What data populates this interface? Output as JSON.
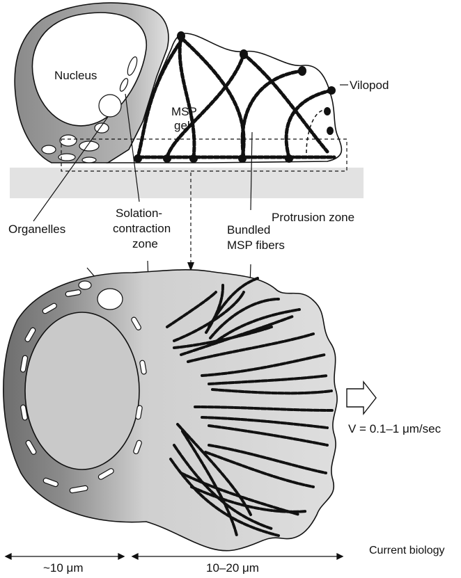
{
  "labels": {
    "nucleus": "Nucleus",
    "msp_gel_line1": "MSP",
    "msp_gel_line2": "gel",
    "vilopod": "Vilopod",
    "solation_line1": "Solation-",
    "solation_line2": "contraction",
    "solation_line3": "zone",
    "organelles": "Organelles",
    "protrusion_zone": "Protrusion zone",
    "bundled_line1": "Bundled",
    "bundled_line2": "MSP fibers",
    "velocity": "V = 0.1–1 μm/sec",
    "scale_left": "~10 μm",
    "scale_right": "10–20 μm",
    "credit": "Current biology"
  },
  "colors": {
    "substrate": "#e2e2e2",
    "cell_light": "#dcdcdc",
    "cell_dark": "#6e6e6e",
    "nucleus_fill": "#c9c9c9",
    "fiber": "#111111"
  }
}
